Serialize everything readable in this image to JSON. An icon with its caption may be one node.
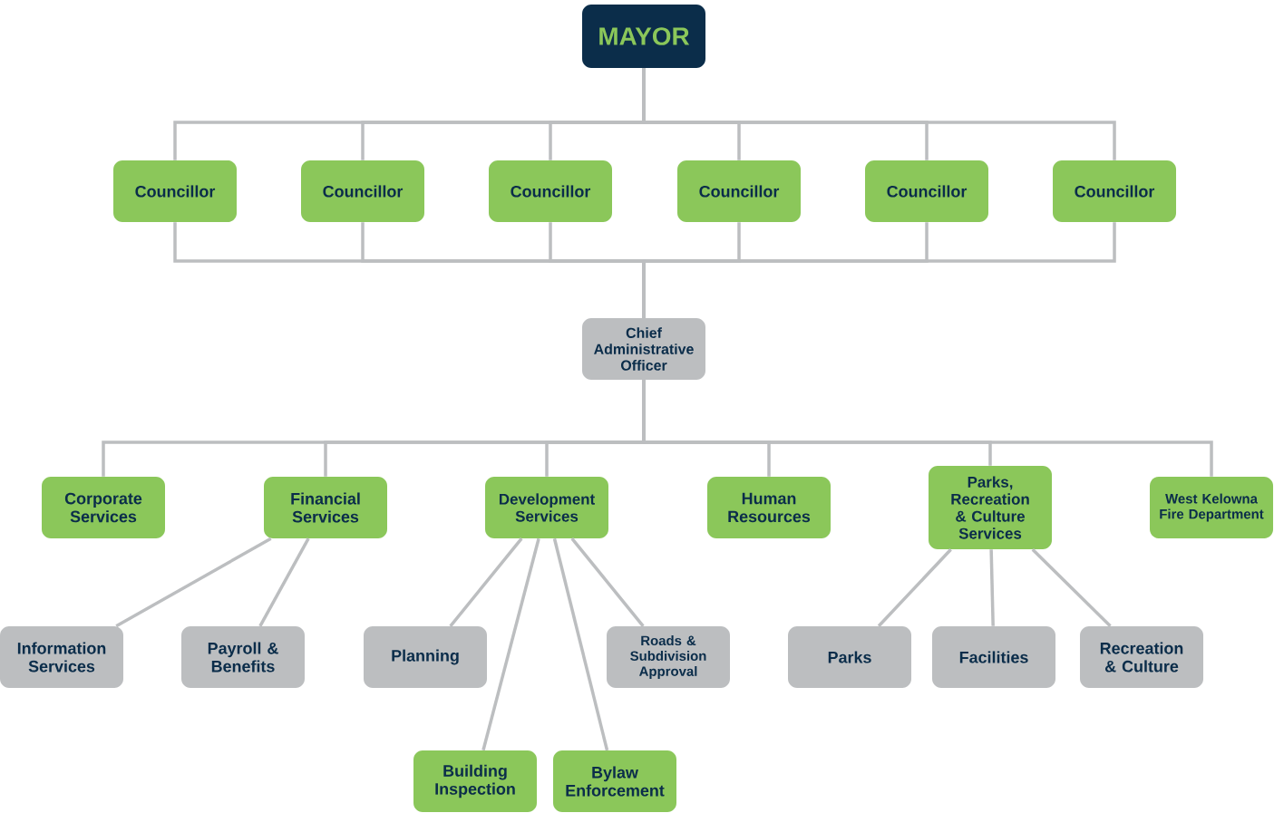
{
  "diagram": {
    "nodes": [
      {
        "text": [
          "MAYOR"
        ]
      },
      {
        "text": [
          "Councillor"
        ]
      },
      {
        "text": [
          "Councillor"
        ]
      },
      {
        "text": [
          "Councillor"
        ]
      },
      {
        "text": [
          "Councillor"
        ]
      },
      {
        "text": [
          "Councillor"
        ]
      },
      {
        "text": [
          "Councillor"
        ]
      },
      {
        "text": [
          "Chief Administrative Officer"
        ]
      },
      {
        "text": [
          "Corporate Services"
        ]
      },
      {
        "text": [
          "Financial Services"
        ]
      },
      {
        "text": [
          "Development Services"
        ]
      },
      {
        "text": [
          "Human Resources"
        ]
      },
      {
        "text": [
          "Parks, Recreation & Culture Services"
        ]
      },
      {
        "text": [
          "West Kelowna Fire Department"
        ]
      },
      {
        "text": [
          "Information Services"
        ]
      },
      {
        "text": [
          "Payroll & Benefits"
        ]
      },
      {
        "text": [
          "Planning"
        ]
      },
      {
        "text": [
          "Roads & Subdivision Approval"
        ]
      },
      {
        "text": [
          "Parks"
        ]
      },
      {
        "text": [
          "Facilities"
        ]
      },
      {
        "text": [
          "Recreation & Culture"
        ]
      },
      {
        "text": [
          "Building Inspection"
        ]
      },
      {
        "text": [
          "Bylaw Enforcement"
        ]
      }
    ],
    "edges": [
      {
        "from": 0,
        "to": 1,
        "arrow": "none"
      },
      {
        "from": 0,
        "to": 2,
        "arrow": "none"
      },
      {
        "from": 0,
        "to": 3,
        "arrow": "none"
      },
      {
        "from": 0,
        "to": 4,
        "arrow": "none"
      },
      {
        "from": 0,
        "to": 5,
        "arrow": "none"
      },
      {
        "from": 0,
        "to": 6,
        "arrow": "none"
      },
      {
        "from": 1,
        "to": 7,
        "arrow": "none"
      },
      {
        "from": 2,
        "to": 7,
        "arrow": "none"
      },
      {
        "from": 3,
        "to": 7,
        "arrow": "none"
      },
      {
        "from": 4,
        "to": 7,
        "arrow": "none"
      },
      {
        "from": 5,
        "to": 7,
        "arrow": "none"
      },
      {
        "from": 6,
        "to": 7,
        "arrow": "none"
      },
      {
        "from": 7,
        "to": 8,
        "arrow": "none"
      },
      {
        "from": 7,
        "to": 9,
        "arrow": "none"
      },
      {
        "from": 7,
        "to": 10,
        "arrow": "none"
      },
      {
        "from": 7,
        "to": 11,
        "arrow": "none"
      },
      {
        "from": 7,
        "to": 12,
        "arrow": "none"
      },
      {
        "from": 7,
        "to": 13,
        "arrow": "none"
      },
      {
        "from": 9,
        "to": 14,
        "arrow": "none"
      },
      {
        "from": 9,
        "to": 15,
        "arrow": "none"
      },
      {
        "from": 10,
        "to": 16,
        "arrow": "none"
      },
      {
        "from": 10,
        "to": 17,
        "arrow": "none"
      },
      {
        "from": 10,
        "to": 21,
        "arrow": "none"
      },
      {
        "from": 10,
        "to": 22,
        "arrow": "none"
      },
      {
        "from": 12,
        "to": 18,
        "arrow": "none"
      },
      {
        "from": 12,
        "to": 19,
        "arrow": "none"
      },
      {
        "from": 12,
        "to": 20,
        "arrow": "none"
      }
    ]
  }
}
